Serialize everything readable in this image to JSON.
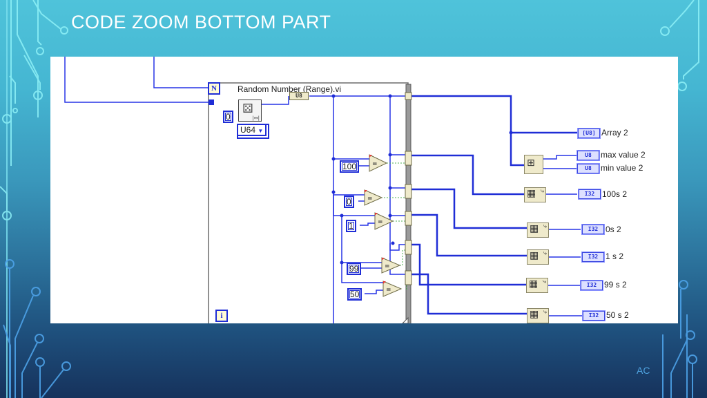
{
  "slide": {
    "title": "CODE ZOOM BOTTOM PART",
    "footer": "AC",
    "colors": {
      "wire_integer": "#1f2dd6",
      "wire_boolean": "#4caf50",
      "node_fill": "#efeacb",
      "title_text": "#ffffff",
      "footer_text": "#4fa3e0"
    }
  },
  "diagram": {
    "for_loop": {
      "count_terminal": "N",
      "iteration_terminal": "i",
      "subvi_label": "Random Number (Range).vi"
    },
    "random_node": {
      "icon": "dice-icon",
      "lower_input_constant": "0",
      "representation_selector": "U64",
      "output_type_tag": "U8"
    },
    "comparisons": [
      {
        "constant": "100",
        "operator": "="
      },
      {
        "constant": "0",
        "operator": "="
      },
      {
        "constant": "1",
        "operator": "="
      },
      {
        "constant": "99",
        "operator": "="
      },
      {
        "constant": "50",
        "operator": "="
      }
    ],
    "array_max_min_node": {
      "icon": "array-max-min-icon"
    },
    "indicators": [
      {
        "type": "[U8]",
        "label": "Array 2"
      },
      {
        "type": "U8",
        "label": "max value 2"
      },
      {
        "type": "U8",
        "label": "min value 2"
      },
      {
        "type": "I32",
        "label": "100s 2"
      },
      {
        "type": "I32",
        "label": "0s 2"
      },
      {
        "type": "I32",
        "label": "1 s 2"
      },
      {
        "type": "I32",
        "label": "99 s 2"
      },
      {
        "type": "I32",
        "label": "50 s 2"
      }
    ]
  }
}
